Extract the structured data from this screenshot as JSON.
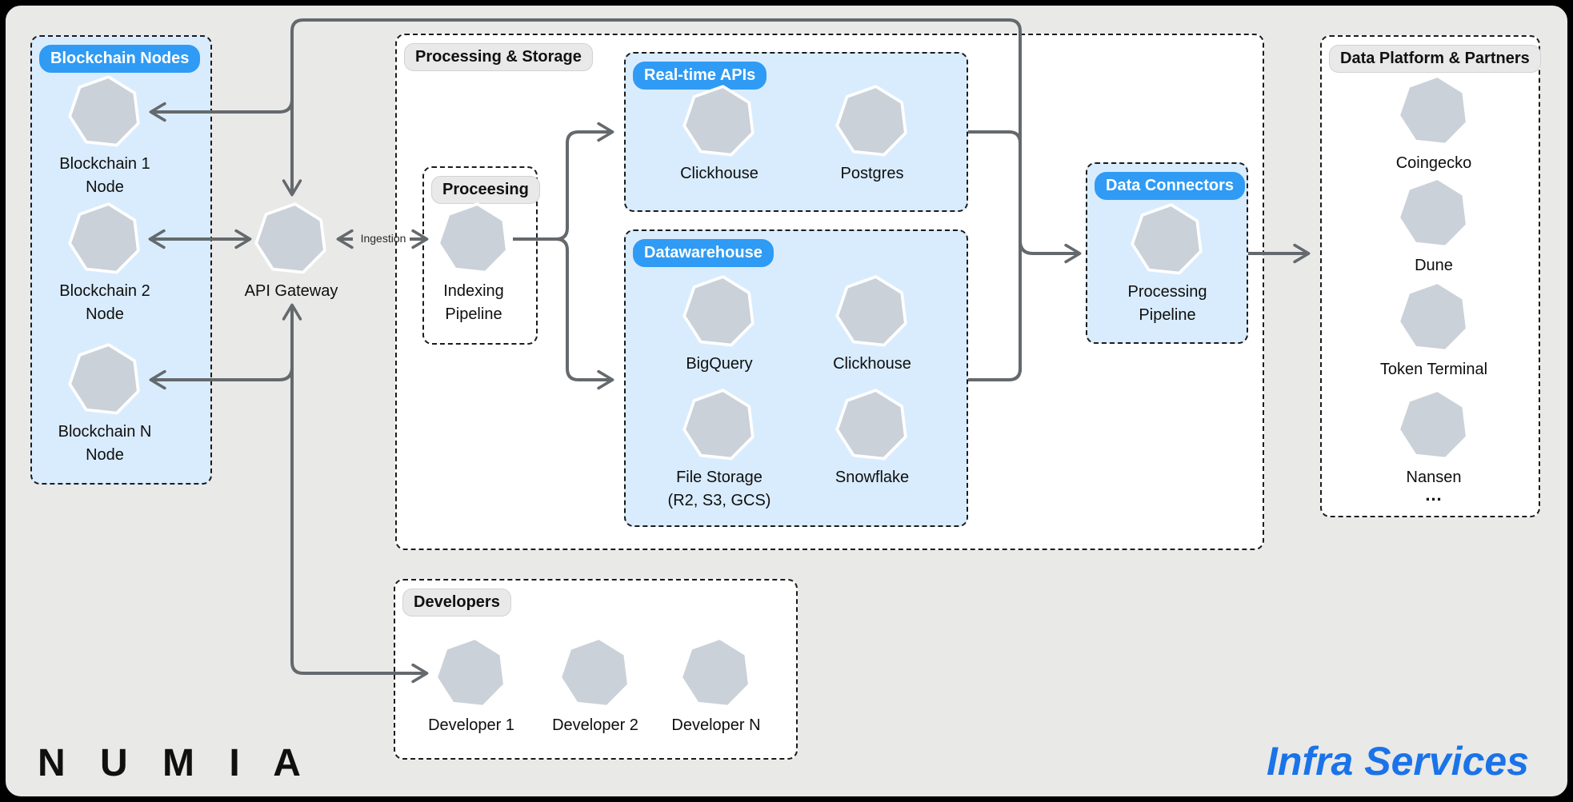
{
  "branding": {
    "logo": "N U M I A",
    "tagline": "Infra Services"
  },
  "connector_label": "Ingestion",
  "colors": {
    "pill_blue": "#2f9bf4",
    "box_blue": "#d9ecfd",
    "connector_gray": "#64696d",
    "heptagon_fill": "#cbd1d9",
    "tagline_blue": "#1a73e8",
    "background": "#e9e9e8"
  },
  "groups": {
    "blockchain_nodes": {
      "label": "Blockchain Nodes",
      "nodes": [
        {
          "label": "Blockchain 1\nNode"
        },
        {
          "label": "Blockchain 2\nNode"
        },
        {
          "label": "Blockchain N\nNode"
        }
      ]
    },
    "processing_storage": {
      "label": "Processing & Storage"
    },
    "processing": {
      "label": "Proceesing",
      "nodes": [
        {
          "label": "Indexing\nPipeline"
        }
      ]
    },
    "realtime_apis": {
      "label": "Real-time APIs",
      "nodes": [
        {
          "label": "Clickhouse"
        },
        {
          "label": "Postgres"
        }
      ]
    },
    "datawarehouse": {
      "label": "Datawarehouse",
      "nodes": [
        {
          "label": "BigQuery"
        },
        {
          "label": "Clickhouse"
        },
        {
          "label": "File Storage\n(R2, S3, GCS)"
        },
        {
          "label": "Snowflake"
        }
      ]
    },
    "data_connectors": {
      "label": "Data Connectors",
      "nodes": [
        {
          "label": "Processing\nPipeline"
        }
      ]
    },
    "data_platform": {
      "label": "Data Platform & Partners",
      "more_label": "...",
      "nodes": [
        {
          "label": "Coingecko"
        },
        {
          "label": "Dune"
        },
        {
          "label": "Token Terminal"
        },
        {
          "label": "Nansen"
        }
      ]
    },
    "developers": {
      "label": "Developers",
      "nodes": [
        {
          "label": "Developer 1"
        },
        {
          "label": "Developer 2"
        },
        {
          "label": "Developer N"
        }
      ]
    }
  },
  "standalone_nodes": {
    "api_gateway": {
      "label": "API Gateway"
    }
  }
}
